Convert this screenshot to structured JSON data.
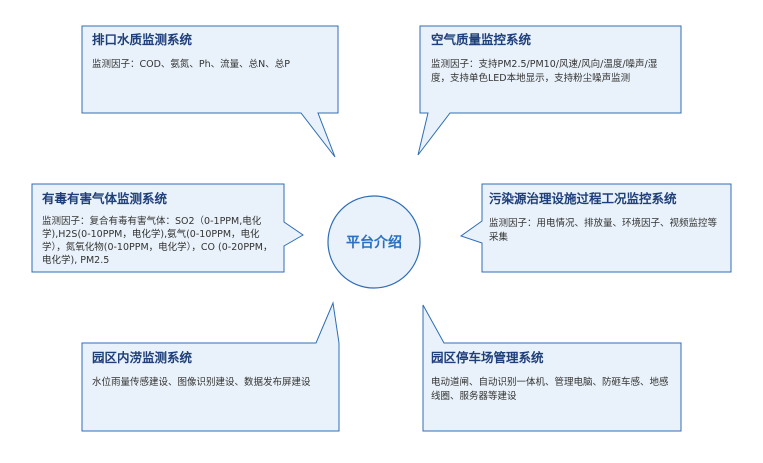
{
  "center": {
    "label": "平台介绍"
  },
  "boxes": [
    {
      "title": "排口水质监测系统",
      "desc": "监测因子：COD、氨氮、Ph、流量、总N、总P"
    },
    {
      "title": "空气质量监控系统",
      "desc": "监测因子：支持PM2.5/PM10/风速/风向/温度/噪声/湿度，支持单色LED本地显示，支持粉尘噪声监测"
    },
    {
      "title": "有毒有害气体监测系统",
      "desc": "监测因子：复合有毒有害气体：SO2（0-1PPM,电化学),H2S(0-10PPM，电化学),氨气(0-10PPM，电化学），氮氧化物(0-10PPM，电化学），CO (0-20PPM，电化学), PM2.5"
    },
    {
      "title": "污染源治理设施过程工况监控系统",
      "desc": "监测因子：用电情况、排放量、环境因子、视频监控等采集"
    },
    {
      "title": "园区内涝监测系统",
      "desc": "水位雨量传感建设、图像识别建设、数据发布屏建设"
    },
    {
      "title": "园区停车场管理系统",
      "desc": "电动道闸、自动识别一体机、管理电脑、防砸车感、地感线圈、服务器等建设"
    }
  ],
  "colors": {
    "fill": "#e9f2fa",
    "stroke": "#2f6db5",
    "title": "#1f3f7a",
    "center_text": "#2a6fc2"
  }
}
